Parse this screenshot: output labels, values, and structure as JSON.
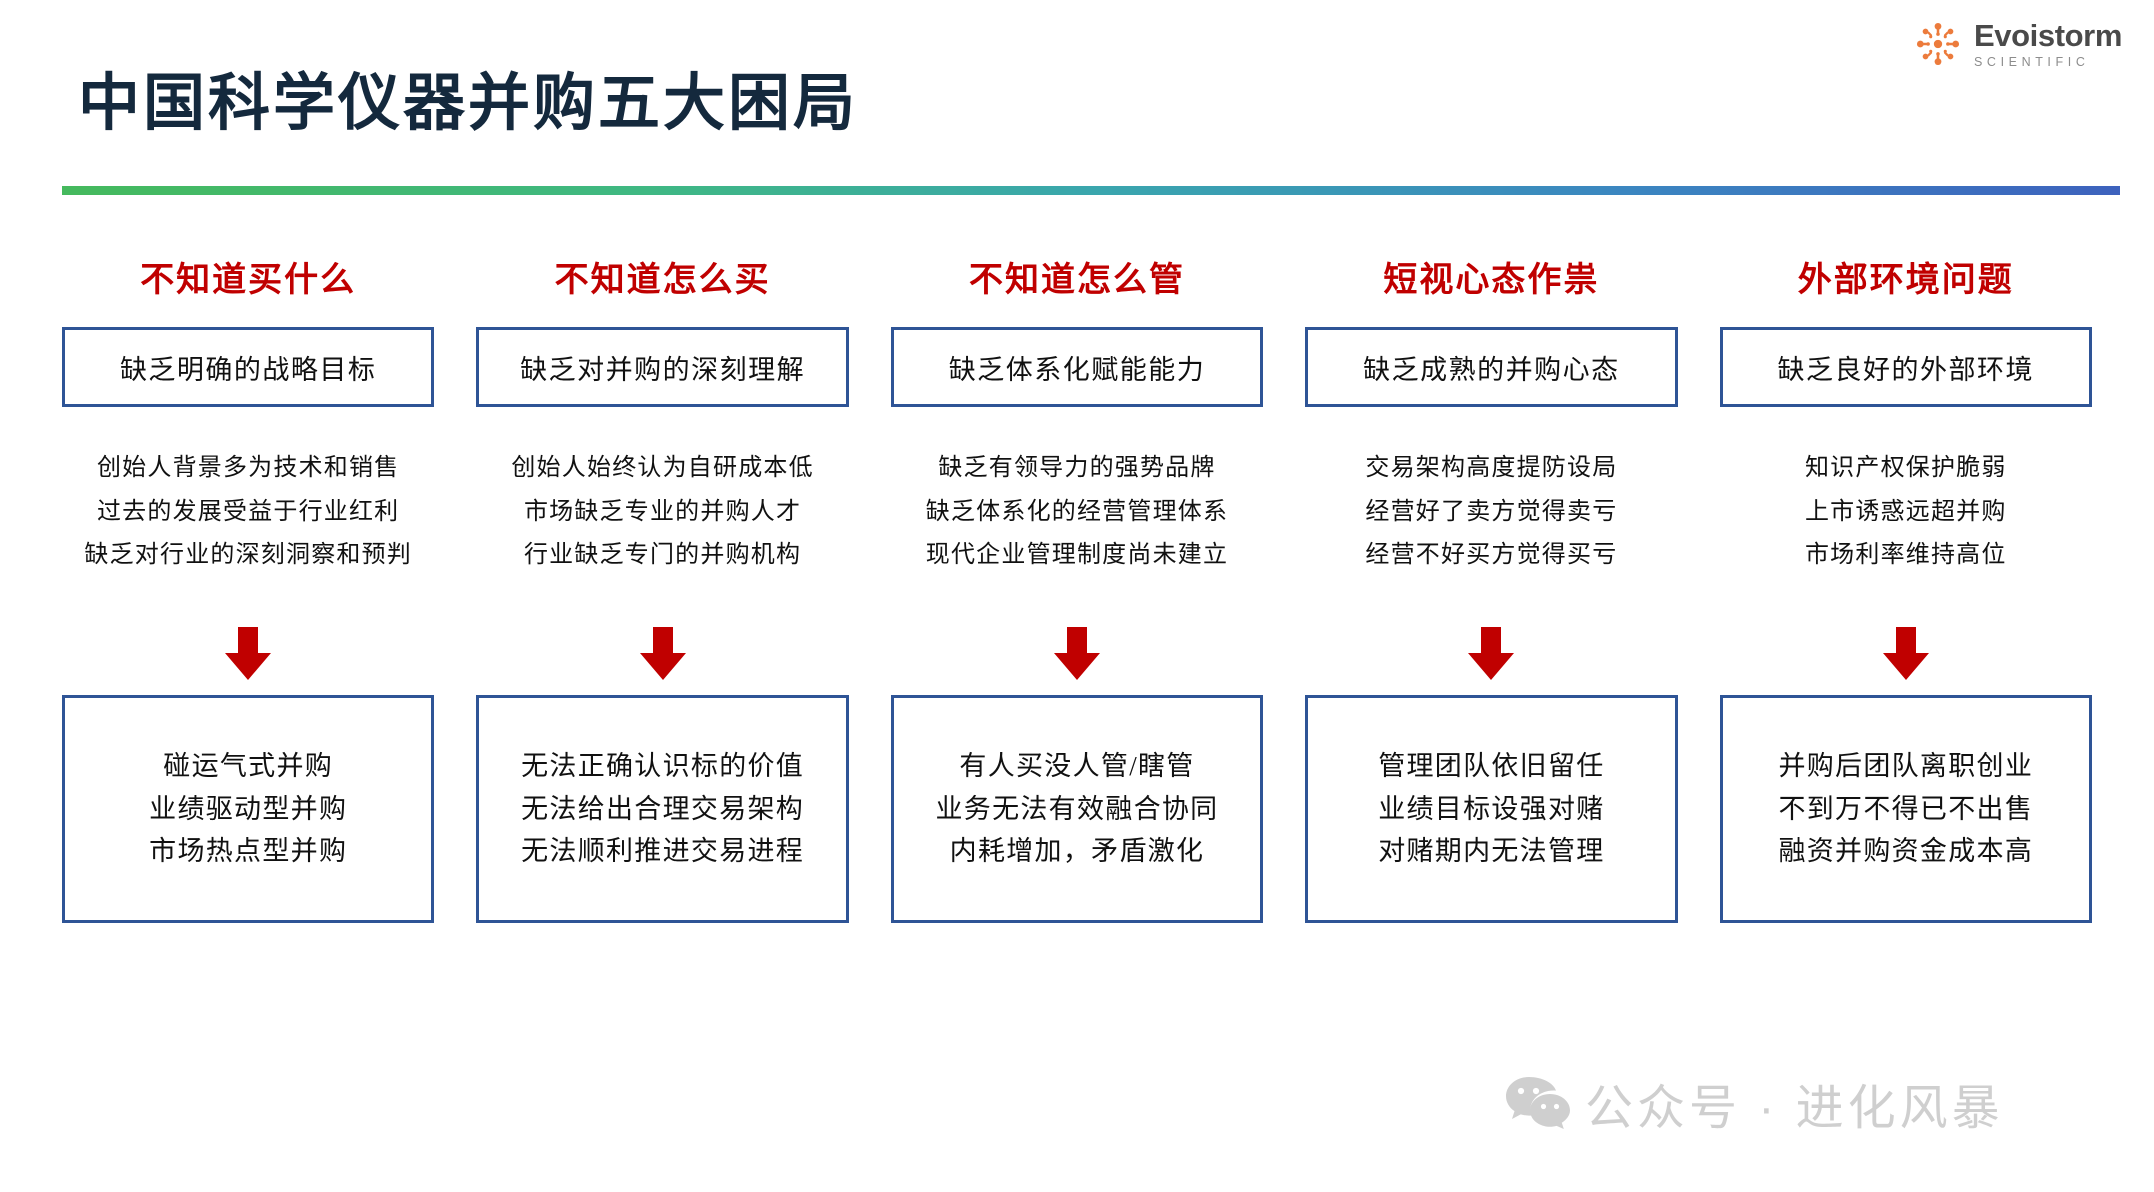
{
  "brand": {
    "name": "Evoistorm",
    "subtitle": "SCIENTIFIC",
    "mark_color": "#EC7B3C",
    "name_color": "#4a4a4a"
  },
  "title": "中国科学仪器并购五大困局",
  "divider": {
    "from_color": "#45b95d",
    "to_color": "#3d62bd"
  },
  "accent": {
    "header_red": "#c00000",
    "box_blue": "#2e5496",
    "arrow_red": "#c00000"
  },
  "columns": [
    {
      "header": "不知道买什么",
      "cause": "缺乏明确的战略目标",
      "bullets": [
        "创始人背景多为技术和销售",
        "过去的发展受益于行业红利",
        "缺乏对行业的深刻洞察和预判"
      ],
      "arrow": "arrow-down-icon",
      "results": [
        "碰运气式并购",
        "业绩驱动型并购",
        "市场热点型并购"
      ]
    },
    {
      "header": "不知道怎么买",
      "cause": "缺乏对并购的深刻理解",
      "bullets": [
        "创始人始终认为自研成本低",
        "市场缺乏专业的并购人才",
        "行业缺乏专门的并购机构"
      ],
      "arrow": "arrow-down-icon",
      "results": [
        "无法正确认识标的价值",
        "无法给出合理交易架构",
        "无法顺利推进交易进程"
      ]
    },
    {
      "header": "不知道怎么管",
      "cause": "缺乏体系化赋能能力",
      "bullets": [
        "缺乏有领导力的强势品牌",
        "缺乏体系化的经营管理体系",
        "现代企业管理制度尚未建立"
      ],
      "arrow": "arrow-down-icon",
      "results": [
        "有人买没人管/瞎管",
        "业务无法有效融合协同",
        "内耗增加，矛盾激化"
      ]
    },
    {
      "header": "短视心态作祟",
      "cause": "缺乏成熟的并购心态",
      "bullets": [
        "交易架构高度提防设局",
        "经营好了卖方觉得卖亏",
        "经营不好买方觉得买亏"
      ],
      "arrow": "arrow-down-icon",
      "results": [
        "管理团队依旧留任",
        "业绩目标设强对赌",
        "对赌期内无法管理"
      ]
    },
    {
      "header": "外部环境问题",
      "cause": "缺乏良好的外部环境",
      "bullets": [
        "知识产权保护脆弱",
        "上市诱惑远超并购",
        "市场利率维持高位"
      ],
      "arrow": "arrow-down-icon",
      "results": [
        "并购后团队离职创业",
        "不到万不得已不出售",
        "融资并购资金成本高"
      ]
    }
  ],
  "watermark": {
    "icon": "wechat-icon",
    "text": "公众号 · 进化风暴"
  }
}
